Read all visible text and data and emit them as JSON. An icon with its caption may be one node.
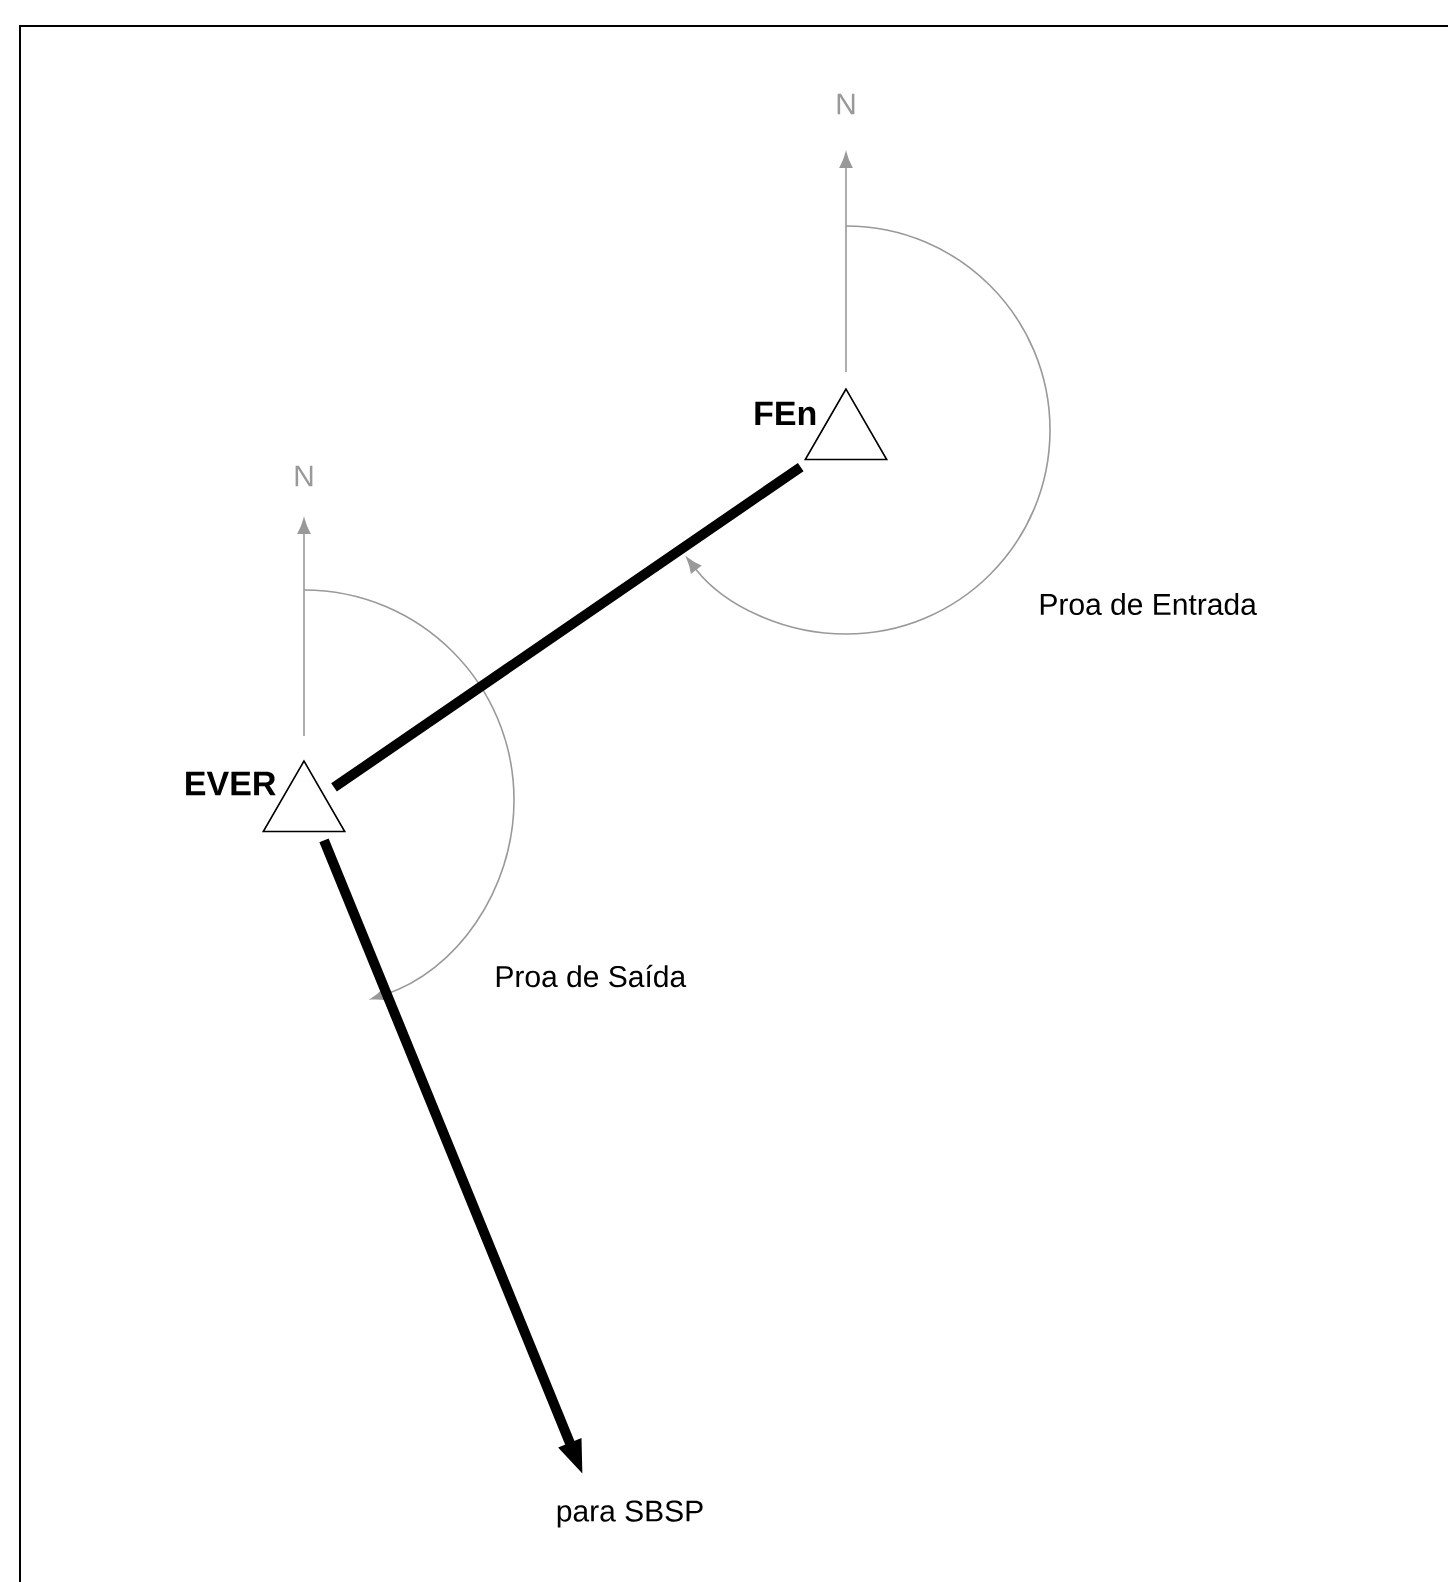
{
  "diagram": {
    "nodes": [
      {
        "text": [
          "FEn"
        ]
      },
      {
        "text": [
          "EVER"
        ]
      },
      {
        "text": [
          "para SBSP"
        ]
      }
    ],
    "edges": [
      {
        "from": 1,
        "to": 0,
        "arrow": "none"
      },
      {
        "from": 1,
        "to": 2,
        "arrow": "to"
      }
    ],
    "labels": [
      "N",
      "N",
      "Proa de Entrada",
      "Proa de Saída"
    ]
  }
}
